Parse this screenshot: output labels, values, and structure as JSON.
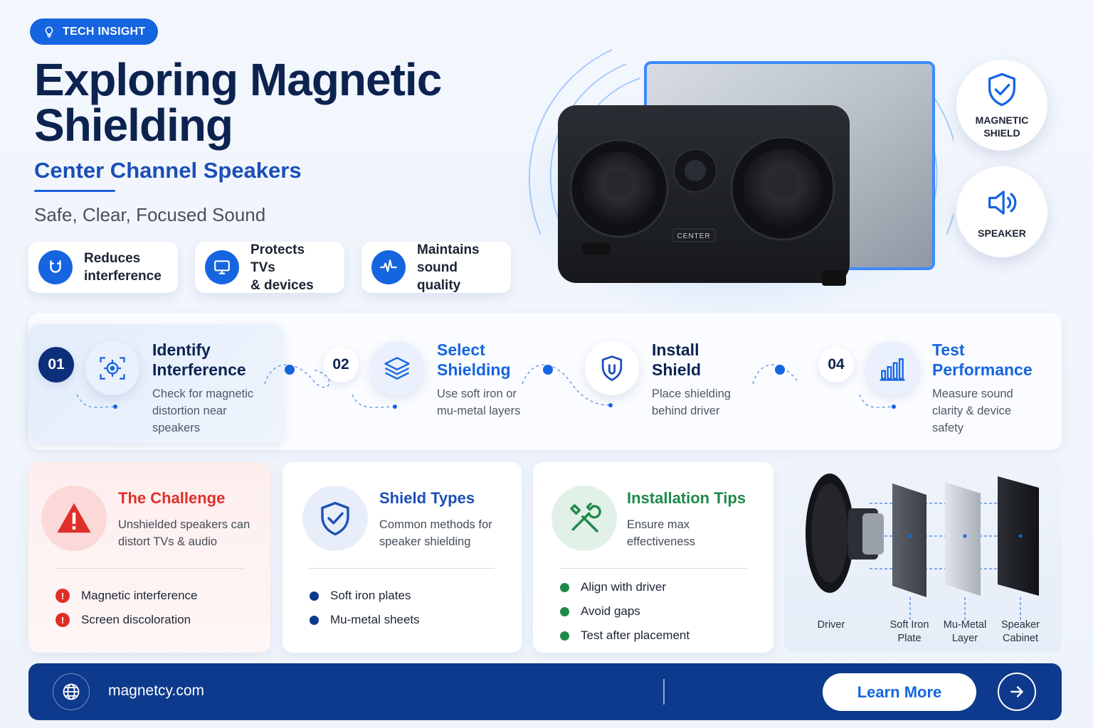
{
  "badge": {
    "label": "TECH INSIGHT",
    "icon": "lightbulb-icon"
  },
  "hero": {
    "title": "Exploring Magnetic Shielding",
    "subtitle": "Center Channel Speakers",
    "tagline": "Safe, Clear, Focused Sound"
  },
  "features": [
    {
      "label": "Reduces\ninterference",
      "icon": "magnet-icon"
    },
    {
      "label": "Protects TVs\n& devices",
      "icon": "monitor-icon"
    },
    {
      "label": "Maintains\nsound quality",
      "icon": "waveform-icon"
    }
  ],
  "speaker": {
    "label": "CENTER"
  },
  "side_badges": [
    {
      "label": "MAGNETIC\nSHIELD",
      "icon": "shield-check-icon"
    },
    {
      "label": "SPEAKER",
      "icon": "speaker-volume-icon"
    }
  ],
  "steps": [
    {
      "num": "01",
      "title": "Identify\nInterference",
      "desc": "Check for magnetic\ndistortion near\nspeakers",
      "icon": "target-scan-icon"
    },
    {
      "num": "02",
      "title": "Select\nShielding",
      "desc": "Use soft iron or\nmu-metal layers",
      "icon": "layers-icon"
    },
    {
      "num": "",
      "title": "Install\nShield",
      "desc": "Place shielding\nbehind driver",
      "icon": "shield-icon"
    },
    {
      "num": "04",
      "title": "Test\nPerformance",
      "desc": "Measure sound\nclarity & device\nsafety",
      "icon": "bar-chart-icon"
    }
  ],
  "cards": {
    "challenge": {
      "title": "The Challenge",
      "desc": "Unshielded speakers can\ndistort TVs & audio",
      "items": [
        "Magnetic interference",
        "Screen discoloration"
      ],
      "icon": "warning-icon"
    },
    "types": {
      "title": "Shield Types",
      "desc": "Common methods for\nspeaker shielding",
      "items": [
        "Soft iron plates",
        "Mu-metal sheets"
      ],
      "icon": "shield-check-icon"
    },
    "tips": {
      "title": "Installation Tips",
      "desc": "Ensure max\neffectiveness",
      "items": [
        "Align with driver",
        "Avoid gaps",
        "Test after placement"
      ],
      "icon": "tools-icon"
    }
  },
  "layers": [
    "Driver",
    "Soft Iron\nPlate",
    "Mu-Metal\nLayer",
    "Speaker\nCabinet"
  ],
  "footer": {
    "url": "magnetcy.com",
    "cta": "Learn More",
    "icon": "globe-icon",
    "arrow_icon": "arrow-right-icon"
  },
  "colors": {
    "accent": "#1565e0",
    "navy": "#0c2350",
    "footer": "#0d3a8c",
    "challenge": "#e02f2a",
    "tips": "#1e8a4a"
  }
}
